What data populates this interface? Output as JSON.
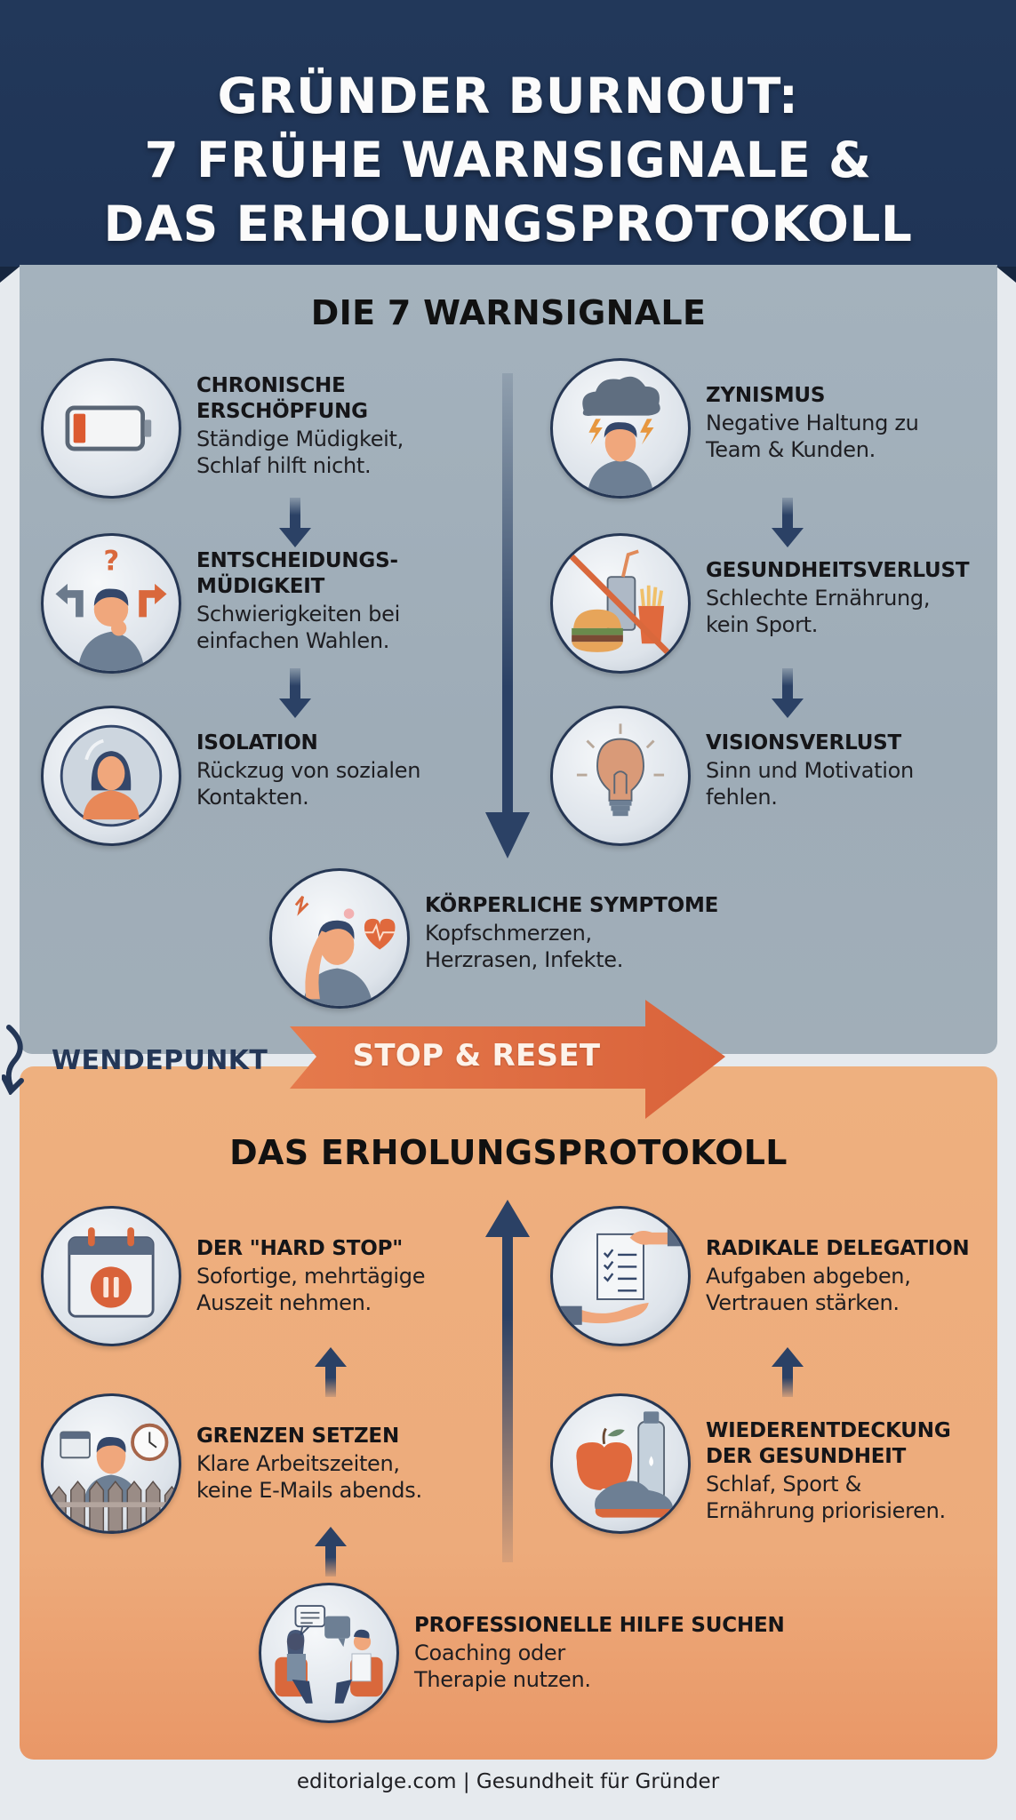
{
  "header": {
    "title_lines": [
      "GRÜNDER BURNOUT:",
      "7 FRÜHE WARNSIGNALE &",
      "DAS ERHOLUNGSPROTOKOLL"
    ],
    "background_color": "#22385a"
  },
  "warnings": {
    "title": "DIE 7 WARNSIGNALE",
    "background_color": "#a1afba",
    "items": [
      {
        "title": "CHRONISCHE\nERSCHÖPFUNG",
        "desc": "Ständige Müdigkeit,\nSchlaf hilft nicht.",
        "icon": "low-battery-icon"
      },
      {
        "title": "ENTSCHEIDUNGS-\nMÜDIGKEIT",
        "desc": "Schwierigkeiten bei\neinfachen Wahlen.",
        "icon": "confused-person-icon"
      },
      {
        "title": "ISOLATION",
        "desc": "Rückzug von sozialen\nKontakten.",
        "icon": "person-in-bubble-icon"
      },
      {
        "title": "ZYNISMUS",
        "desc": "Negative Haltung zu\nTeam & Kunden.",
        "icon": "storm-cloud-person-icon"
      },
      {
        "title": "GESUNDHEITSVERLUST",
        "desc": "Schlechte Ernährung,\nkein Sport.",
        "icon": "no-fast-food-icon"
      },
      {
        "title": "VISIONSVERLUST",
        "desc": "Sinn und Motivation\nfehlen.",
        "icon": "dim-lightbulb-icon"
      },
      {
        "title": "KÖRPERLICHE SYMPTOME",
        "desc": "Kopfschmerzen,\nHerzrasen, Infekte.",
        "icon": "headache-person-icon"
      }
    ]
  },
  "turning_point": {
    "label": "WENDEPUNKT",
    "banner": "STOP & RESET",
    "banner_color": "#e0693d"
  },
  "recovery": {
    "title": "DAS ERHOLUNGSPROTOKOLL",
    "background_color": "#edab7b",
    "items": [
      {
        "title": "DER \"HARD STOP\"",
        "desc": "Sofortige, mehrtägige\nAuszeit nehmen.",
        "icon": "calendar-pause-icon"
      },
      {
        "title": "GRENZEN SETZEN",
        "desc": "Klare Arbeitszeiten,\nkeine E-Mails abends.",
        "icon": "person-fence-clock-icon"
      },
      {
        "title": "RADIKALE DELEGATION",
        "desc": "Aufgaben abgeben,\nVertrauen stärken.",
        "icon": "handover-checklist-icon"
      },
      {
        "title": "WIEDERENTDECKUNG\nDER GESUNDHEIT",
        "desc": "Schlaf, Sport &\nErnährung priorisieren.",
        "icon": "apple-shoe-bottle-icon"
      },
      {
        "title": "PROFESSIONELLE HILFE SUCHEN",
        "desc": "Coaching oder\nTherapie nutzen.",
        "icon": "therapy-session-icon"
      }
    ]
  },
  "footer": {
    "text": "editorialge.com | Gesundheit für Gründer"
  }
}
